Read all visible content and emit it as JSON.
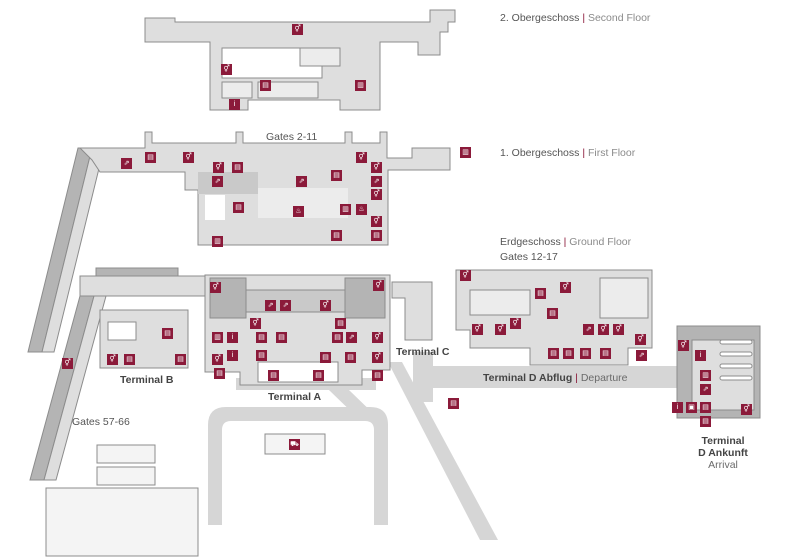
{
  "floors": {
    "second": {
      "de": "2. Obergeschoss",
      "sep": "|",
      "en": "Second Floor"
    },
    "first": {
      "de": "1. Obergeschoss",
      "sep": "|",
      "en": "First Floor"
    },
    "ground": {
      "de": "Erdgeschoss",
      "sep": "|",
      "en": "Ground Floor"
    }
  },
  "gates": {
    "g2_11": "Gates 2-11",
    "g12_17": "Gates 12-17",
    "g57_66": "Gates 57-66"
  },
  "terminals": {
    "a": "Terminal A",
    "b": "Terminal B",
    "c": "Terminal C",
    "d_dep_de": "Terminal D Abflug",
    "d_dep_sep": "|",
    "d_dep_en": "Departure",
    "d_arr_line1": "Terminal",
    "d_arr_line2": "D Ankunft",
    "d_arr_en": "Arrival"
  },
  "colors": {
    "building": "#dedede",
    "outline": "#8c8c8c",
    "dark": "#b4b4b4",
    "road": "#d6d6d6",
    "accent": "#8b1a3a"
  },
  "icon_names": [
    "toilet-icon",
    "restroom-icon",
    "info-icon",
    "elevator-icon",
    "escalator-icon",
    "restaurant-icon",
    "shop-icon",
    "parking-icon",
    "taxi-icon",
    "baggage-icon",
    "lounge-icon",
    "atm-icon"
  ]
}
